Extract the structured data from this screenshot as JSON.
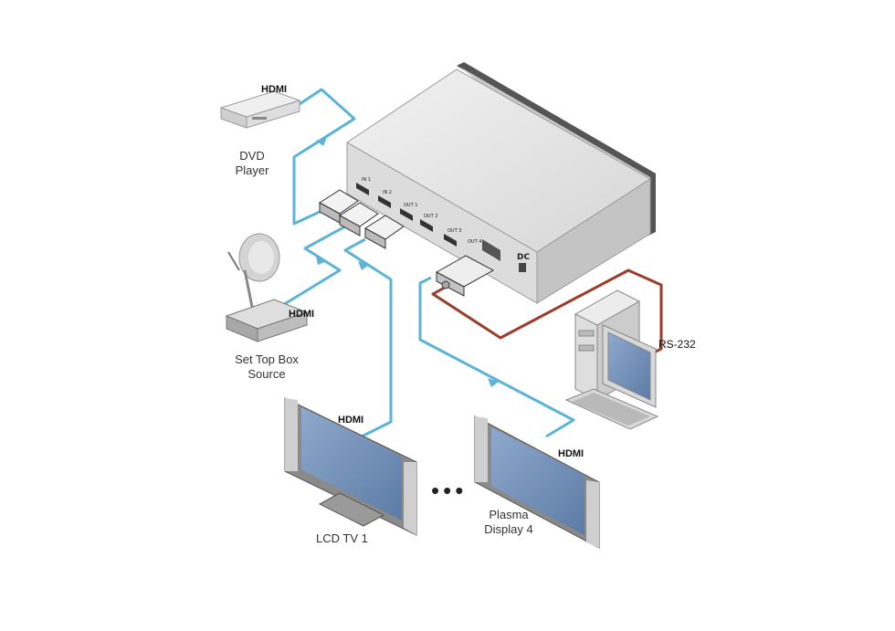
{
  "labels": {
    "dvd_line1": "DVD",
    "dvd_line2": "Player",
    "stb_line1": "Set Top Box",
    "stb_line2": "Source",
    "lcd": "LCD TV 1",
    "plasma_line1": "Plasma",
    "plasma_line2": "Display 4",
    "rs232": "RS-232",
    "hdmi_dvd": "HDMI",
    "hdmi_stb": "HDMI",
    "hdmi_lcd": "HDMI",
    "hdmi_plasma": "HDMI",
    "ellipsis": "•••"
  },
  "device_ports": {
    "in1": "IN 1",
    "in2": "IN 2",
    "out1": "OUT 1",
    "out2": "OUT 2",
    "out3": "OUT 3",
    "out4": "OUT 4",
    "dc": "DC"
  },
  "colors": {
    "hdmi_cable": "#5bb4d6",
    "rs232_cable": "#9c3d2c",
    "device_body": "#e3e3e3",
    "screen": "#6f8fb8"
  },
  "icons": [
    "dvd-player-icon",
    "satellite-dish-icon",
    "set-top-box-icon",
    "lcd-tv-icon",
    "plasma-display-icon",
    "computer-icon",
    "hdmi-connector-icon",
    "rs232-connector-icon"
  ]
}
